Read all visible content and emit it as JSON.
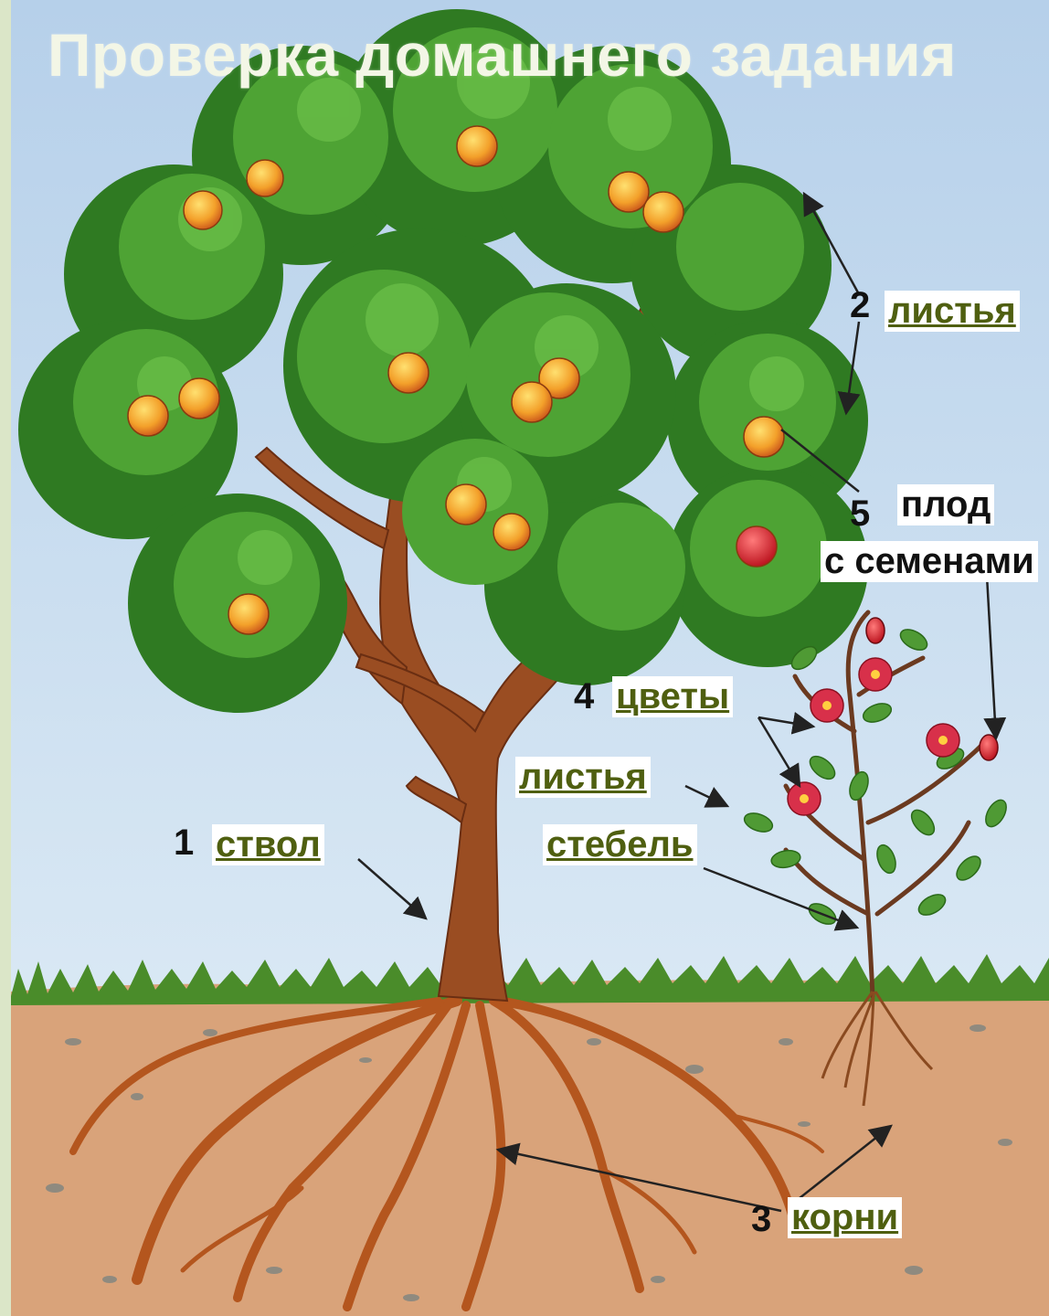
{
  "title": "Проверка домашнего задания",
  "labels": {
    "trunk": {
      "num": "1",
      "text": "ствол"
    },
    "leaves_tree": {
      "num": "2",
      "text": "листья"
    },
    "roots": {
      "num": "3",
      "text": "корни"
    },
    "flowers": {
      "num": "4",
      "text": "цветы"
    },
    "fruit": {
      "num": "5",
      "line1": "плод",
      "line2": "с семенами"
    },
    "leaves_bush": {
      "text": "листья"
    },
    "stem": {
      "text": "стебель"
    }
  },
  "colors": {
    "sky": "#c7dcef",
    "foliage": "#3f8f2a",
    "bark": "#9a4d22",
    "soil": "#d9a37a",
    "grass": "#4a8c2a",
    "label": "#4f5f10",
    "apple": "#f0a030",
    "rose": "#d8304a"
  }
}
